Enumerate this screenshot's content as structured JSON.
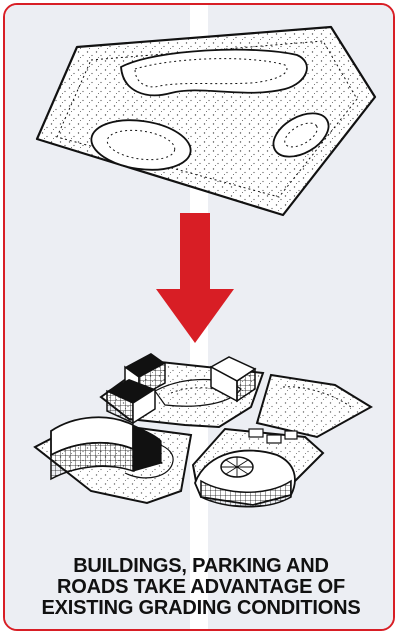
{
  "caption": {
    "line1": "BUILDINGS, PARKING AND",
    "line2": "ROADS TAKE ADVANTAGE OF",
    "line3": "EXISTING GRADING CONDITIONS"
  },
  "colors": {
    "border": "#d81e25",
    "arrow": "#d81e25",
    "panel_stripe": "#eceef3",
    "ink": "#111111"
  },
  "icons": {
    "arrow": "down-arrow-icon"
  }
}
